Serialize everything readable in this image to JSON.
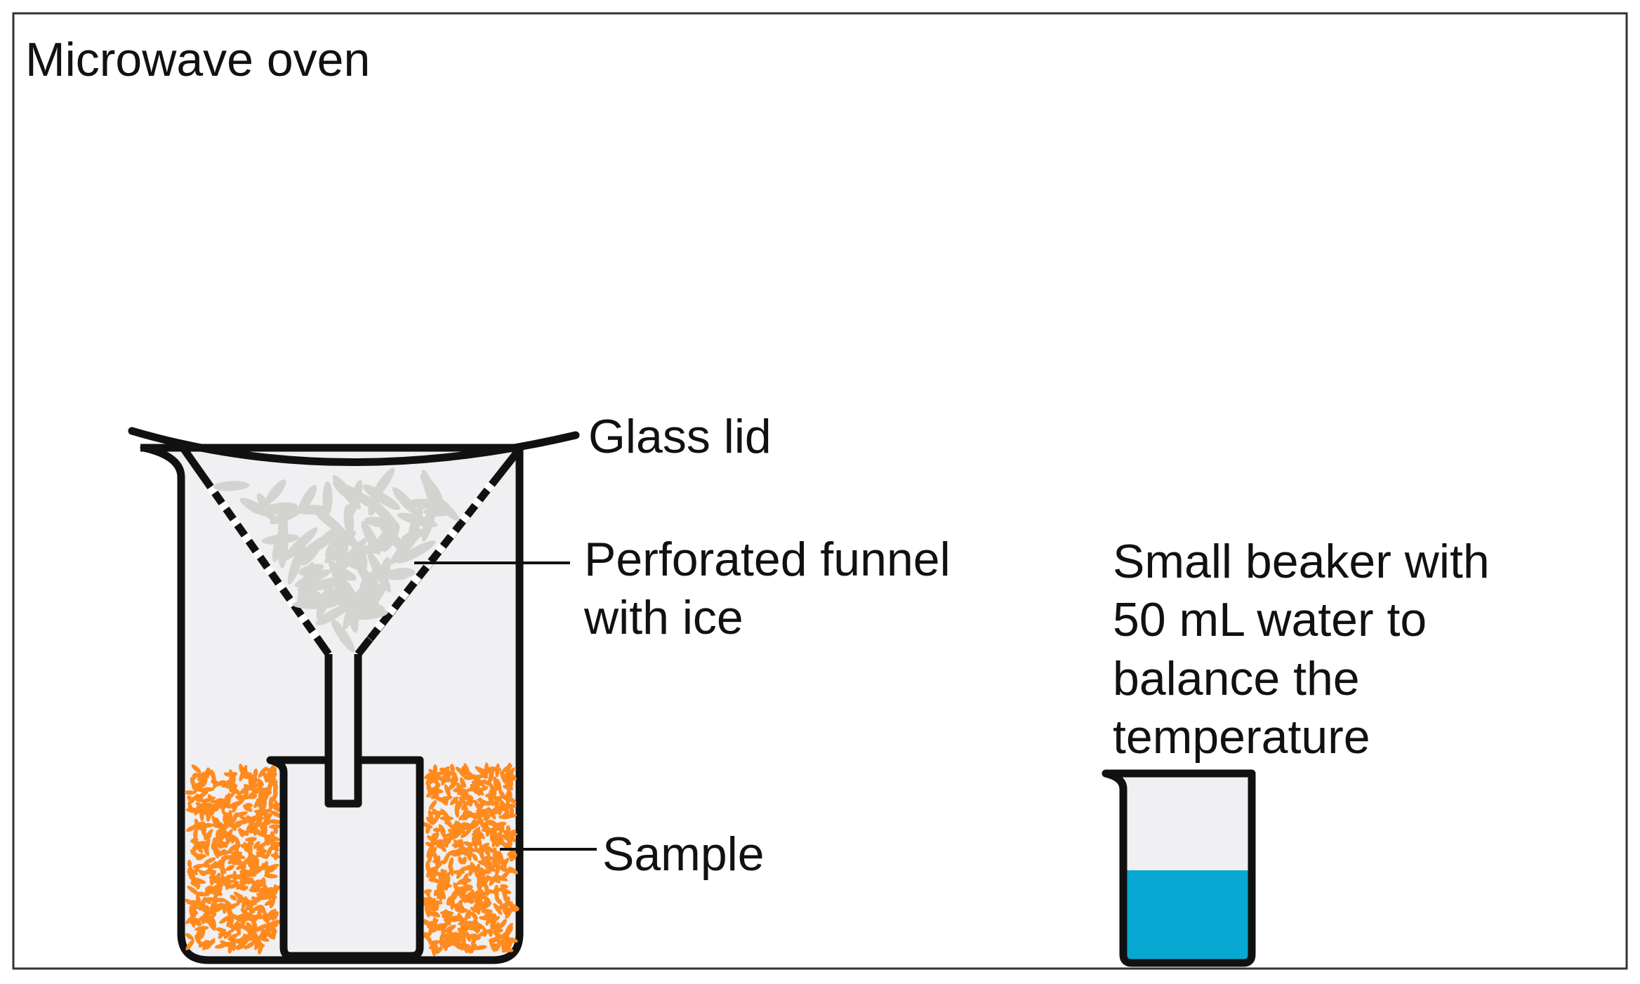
{
  "diagram": {
    "title": "Microwave oven",
    "labels": {
      "glass_lid": "Glass lid",
      "funnel_line1": "Perforated funnel",
      "funnel_line2": "with ice",
      "sample": "Sample",
      "small_beaker_line1": "Small beaker with",
      "small_beaker_line2": "50 mL water to",
      "small_beaker_line3": "balance the",
      "small_beaker_line4": "temperature"
    },
    "colors": {
      "outline": "#111111",
      "glass": "#f0eff1",
      "ice": "#d3d3cf",
      "sample": "#ff8a1e",
      "water": "#07a9d3",
      "background": "#ffffff"
    }
  }
}
